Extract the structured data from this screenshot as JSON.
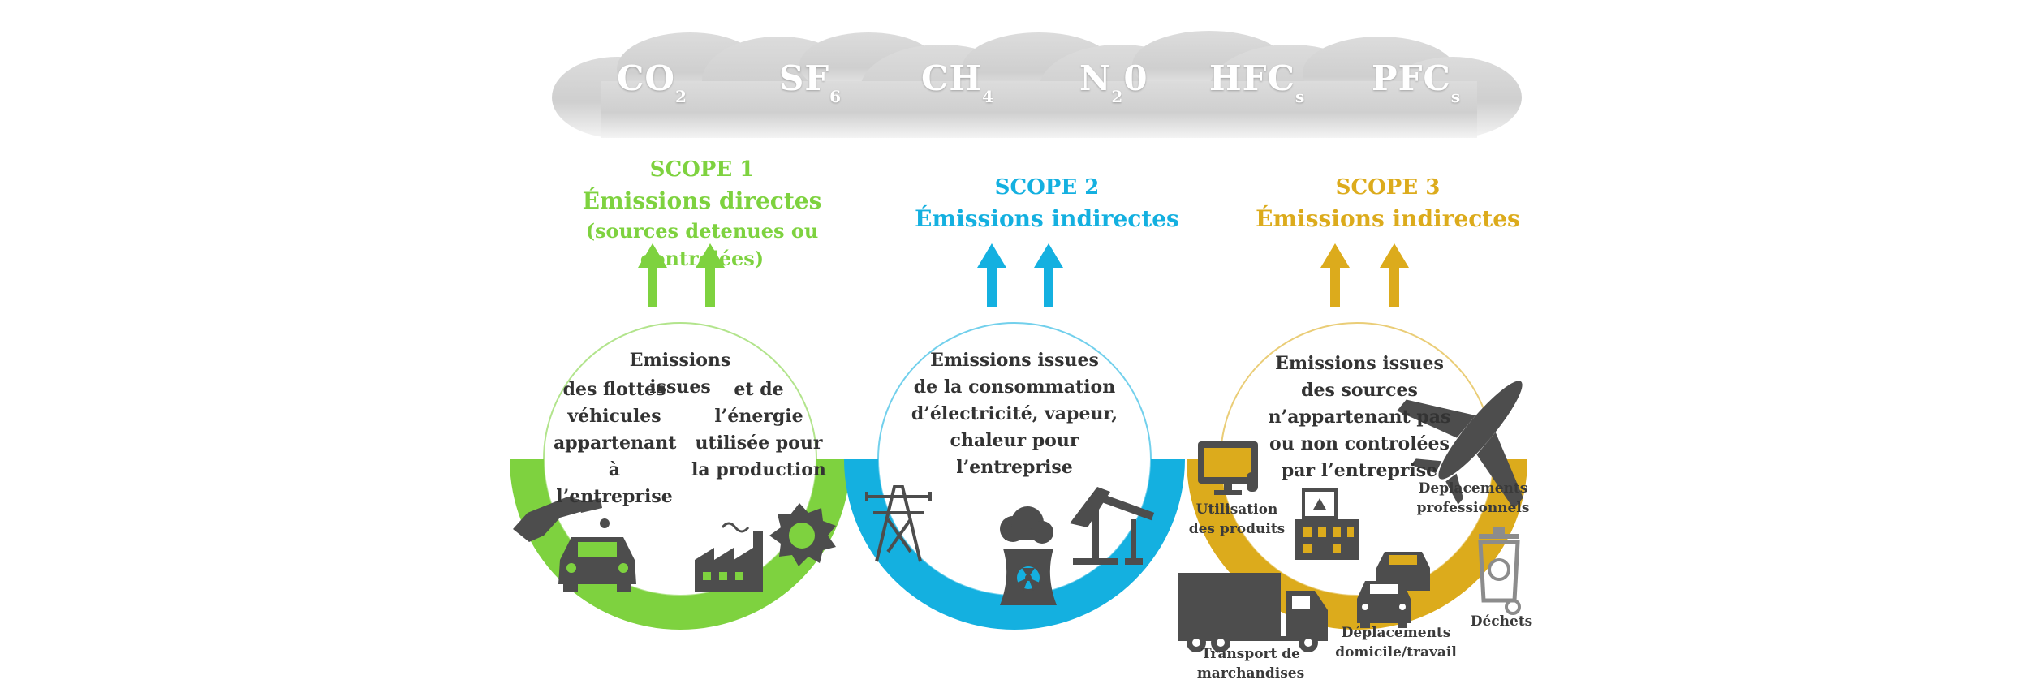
{
  "gases": [
    {
      "base": "CO",
      "sub": "2"
    },
    {
      "base": "SF",
      "sub": "6"
    },
    {
      "base": "CH",
      "sub": "4"
    },
    {
      "base": "N",
      "sub": "2",
      "tail": "0"
    },
    {
      "base": "HFC",
      "sub": "s"
    },
    {
      "base": "PFC",
      "sub": "s"
    }
  ],
  "colors": {
    "scope1": "#7ed23f",
    "scope2": "#14b0e0",
    "scope3": "#dcab1c",
    "icon": "#4d4d4d",
    "cloud": "#d6d6d6"
  },
  "scope1": {
    "title": "SCOPE 1",
    "subtitle": "Émissions directes",
    "note": "(sources detenues ou controlées)",
    "heading": "Emissions issues",
    "left": [
      "des flottes",
      "véhicules",
      "appartenant à",
      "l’entreprise"
    ],
    "right": [
      "et de",
      "l’énergie",
      "utilisée pour",
      "la production"
    ]
  },
  "scope2": {
    "title": "SCOPE 2",
    "subtitle": "Émissions indirectes",
    "lines": [
      "Emissions issues",
      "de la consommation",
      "d’électricité, vapeur,",
      "chaleur pour l’entreprise"
    ]
  },
  "scope3": {
    "title": "SCOPE 3",
    "subtitle": "Émissions indirectes",
    "lines": [
      "Emissions issues",
      "des sources",
      "n’appartenant pas",
      "ou non controlées",
      "par l’entreprise"
    ],
    "labels": {
      "use": [
        "Utilisation",
        "des produits"
      ],
      "travel": [
        "Deplacements",
        "professionnels"
      ],
      "transport": [
        "Transport de",
        "marchandises"
      ],
      "commute": [
        "Déplacements",
        "domicile/travail"
      ],
      "waste": [
        "Déchets"
      ]
    }
  }
}
